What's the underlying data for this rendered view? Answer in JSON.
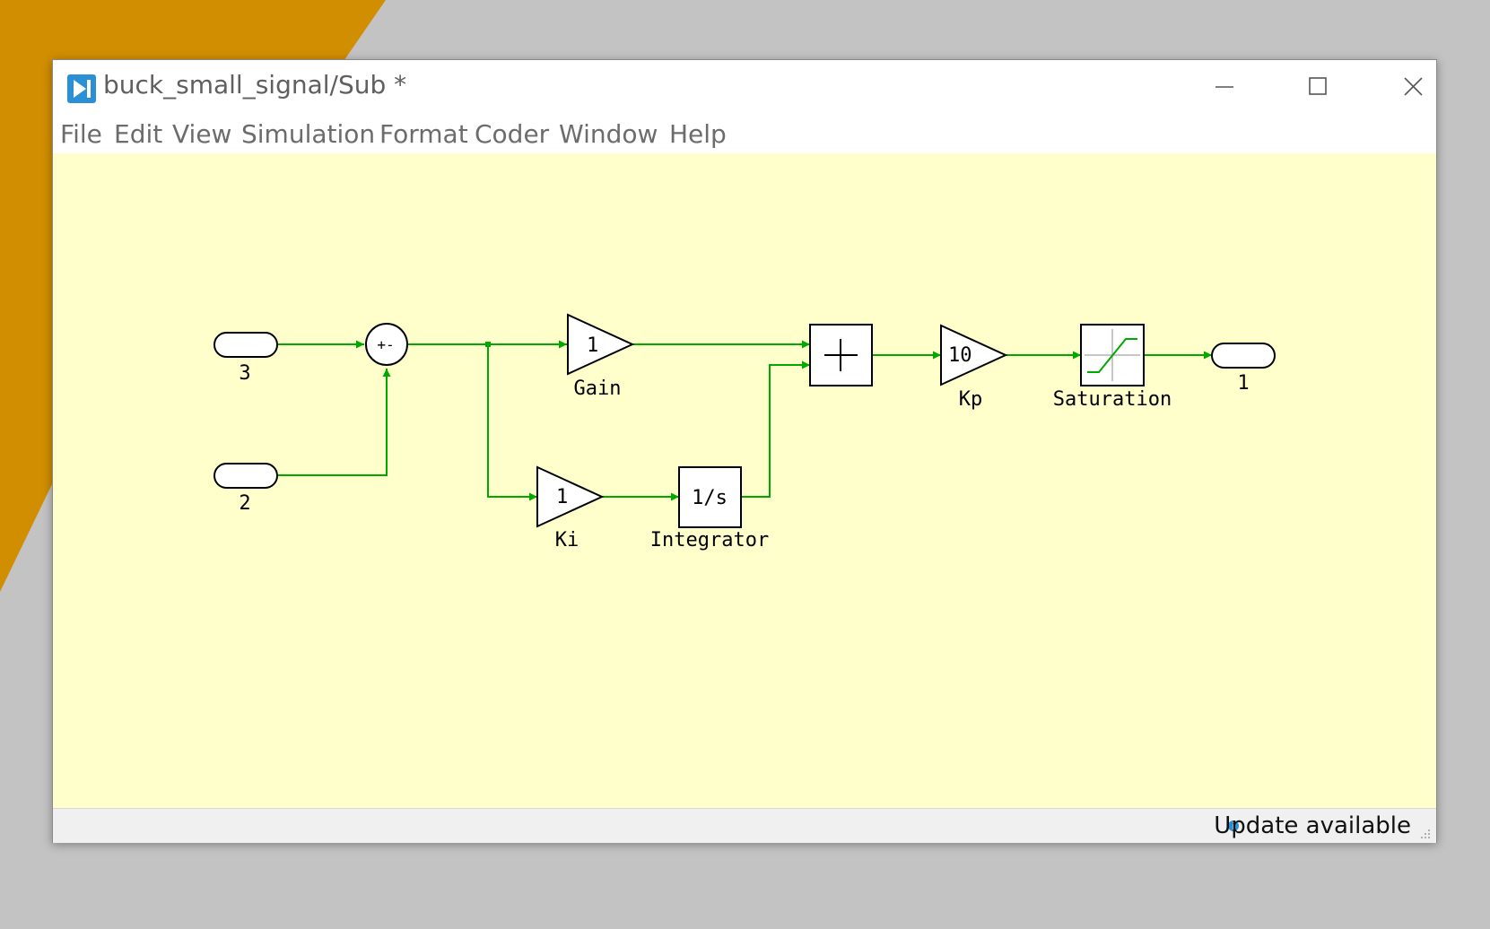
{
  "window": {
    "title": "buck_small_signal/Sub *",
    "icon": "simulation-play-icon",
    "controls": [
      "minimize-icon",
      "maximize-icon",
      "close-icon"
    ]
  },
  "menu": [
    "File",
    "Edit",
    "View",
    "Simulation",
    "Format",
    "Coder",
    "Window",
    "Help"
  ],
  "diagram": {
    "inport_3": "3",
    "inport_2": "2",
    "sum_signs": "+-",
    "gain_value": "1",
    "gain_name": "Gain",
    "ki_value": "1",
    "ki_name": "Ki",
    "integrator_value": "1/s",
    "integrator_name": "Integrator",
    "kp_value": "10",
    "kp_name": "Kp",
    "saturation_name": "Saturation",
    "outport_1": "1"
  },
  "status": {
    "message": "Update available",
    "icon": "info-icon"
  },
  "colors": {
    "canvas": "#ffffcc",
    "signal": "#00a800",
    "accent_icon": "#2b8fd6",
    "desktop_orange": "#d18e00"
  }
}
